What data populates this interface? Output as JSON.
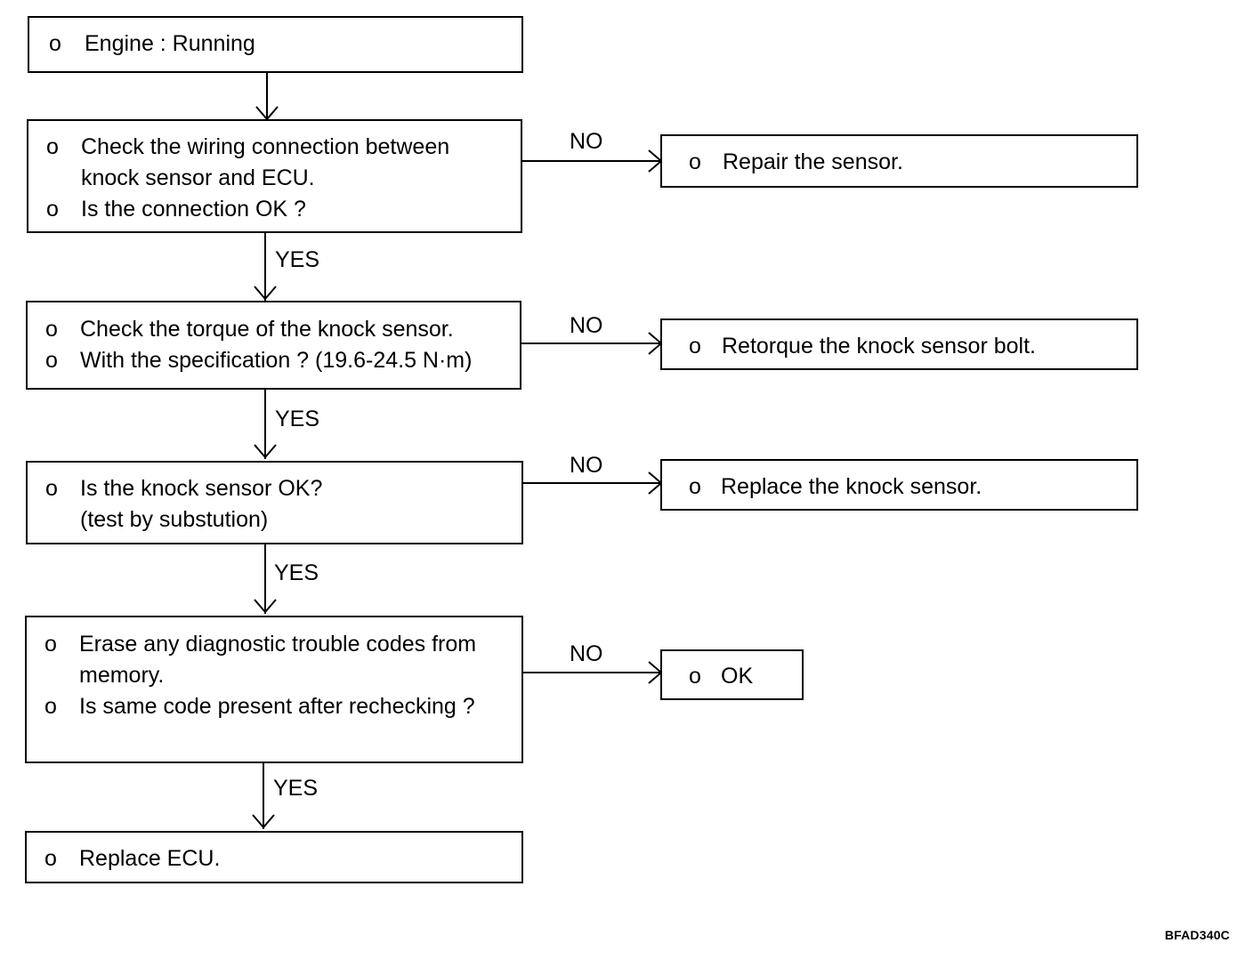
{
  "flowchart": {
    "start": {
      "bullets": [
        "o"
      ],
      "lines": [
        "Engine : Running"
      ]
    },
    "step1": {
      "bullets": [
        "o",
        "o"
      ],
      "lines": [
        "Check the wiring connection between",
        "knock sensor and ECU.",
        "Is the connection OK ?"
      ]
    },
    "step2": {
      "bullets": [
        "o",
        "o"
      ],
      "lines": [
        "Check the torque of the knock sensor.",
        "With the specification ? (19.6-24.5 N·m)"
      ]
    },
    "step3": {
      "bullets": [
        "o"
      ],
      "lines": [
        "Is the knock sensor OK?",
        "(test by substution)"
      ]
    },
    "step4": {
      "bullets": [
        "o",
        "o"
      ],
      "lines": [
        "Erase any diagnostic trouble codes from",
        "memory.",
        "Is same code present after rechecking ?"
      ]
    },
    "final": {
      "bullets": [
        "o"
      ],
      "lines": [
        "Replace ECU."
      ]
    },
    "outcome1": {
      "bullet": "o",
      "text": "Repair the sensor."
    },
    "outcome2": {
      "bullet": "o",
      "text": "Retorque the knock sensor bolt."
    },
    "outcome3": {
      "bullet": "o",
      "text": "Replace the knock sensor."
    },
    "outcome4": {
      "bullet": "o",
      "text": "OK"
    },
    "labels": {
      "yes": "YES",
      "no": "NO"
    }
  },
  "figure_code": "BFAD340C",
  "colors": {
    "ink": "#000000",
    "background": "#ffffff"
  }
}
